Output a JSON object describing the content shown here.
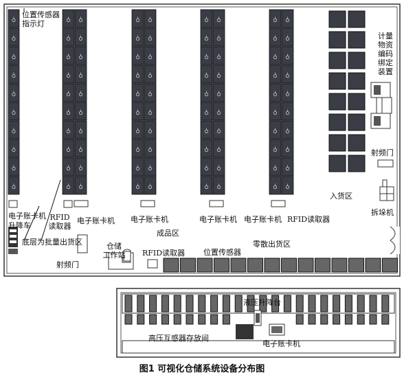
{
  "labels": {
    "position_sensor_indicator": "位置传感器\n指示灯",
    "meter_binding_device": "计量\n物资\n编码\n绑定\n装置",
    "rf_door_right": "射频门",
    "inbound_area": "入货区",
    "unpacker": "拆垛机",
    "card_machine_1": "电子账卡机",
    "lift_truck": "升降车",
    "rfid_reader_1": "RFID\n读取器",
    "card_machine_2": "电子账卡机",
    "card_machine_3": "电子账卡机",
    "card_machine_4": "电子账卡机",
    "card_machine_5": "电子账卡机",
    "rfid_reader_2": "RFID读取器",
    "finished_goods_area": "成品区",
    "bottom_batch_outbound": "底层为批量出货区",
    "warehouse_workstation": "仓储\n工作站",
    "rfid_reader_3": "RFID读取器",
    "position_sensor": "位置传感器",
    "bulk_outbound_area": "零散出货区",
    "rf_door_left": "射频门",
    "hydraulic_lift": "液压升降台",
    "ct_storage_room": "高压互感器存放间",
    "card_machine_6": "电子账卡机"
  },
  "caption": "图1   可视化仓储系统设备分布图"
}
